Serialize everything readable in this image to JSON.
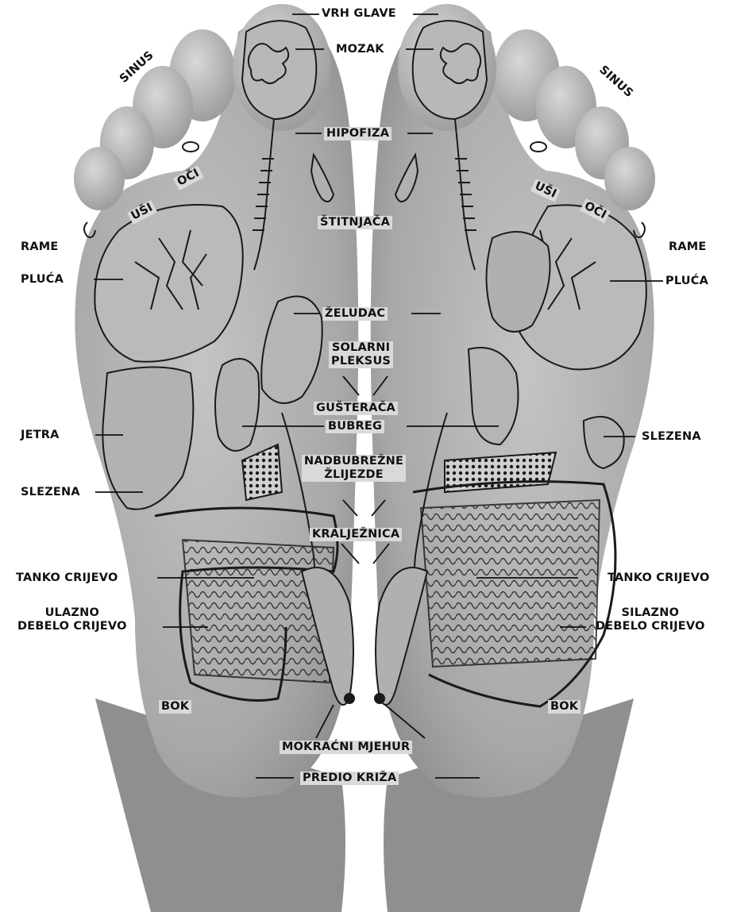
{
  "diagram": {
    "labels": {
      "vrh_glave": "VRH GLAVE",
      "mozak": "MOZAK",
      "hipofiza": "HIPOFIZA",
      "stitnjaca": "ŠTITNJAČA",
      "zeludac": "ŽELUDAC",
      "solarni_pleksus_1": "SOLARNI",
      "solarni_pleksus_2": "PLEKSUS",
      "gusteraca": "GUŠTERAČA",
      "bubreg": "BUBREG",
      "nadbubrezne_1": "NADBUBREŽNE",
      "nadbubrezne_2": "ŽLIJEZDE",
      "kraljeznica": "KRALJEŽNICA",
      "mokracni_mjehur": "MOKRAĆNI MJEHUR",
      "predio_kriza": "PREDIO KRIŽA",
      "sinus_left": "SINUS",
      "sinus_right": "SINUS",
      "oci_left": "OČI",
      "oci_right": "OČI",
      "usi_left": "UŠI",
      "usi_right": "UŠI",
      "rame_left": "RAME",
      "rame_right": "RAME",
      "pluca_left": "PLUĆA",
      "pluca_right": "PLUĆA",
      "jetra": "JETRA",
      "slezena_left": "SLEZENA",
      "slezena_right": "SLEZENA",
      "tanko_left": "TANKO CRIJEVO",
      "tanko_right": "TANKO CRIJEVO",
      "ulazno_1": "ULAZNO",
      "ulazno_2": "DEBELO CRIJEVO",
      "silazno_1": "SILAZNO",
      "silazno_2": "DEBELO CRIJEVO",
      "bok_left": "BOK",
      "bok_right": "BOK"
    },
    "colors": {
      "skin": "#a9a9a9",
      "skin_light": "#cfcfcf",
      "outline": "#1a1a1a",
      "label_bg": "#d9d9d9"
    }
  }
}
